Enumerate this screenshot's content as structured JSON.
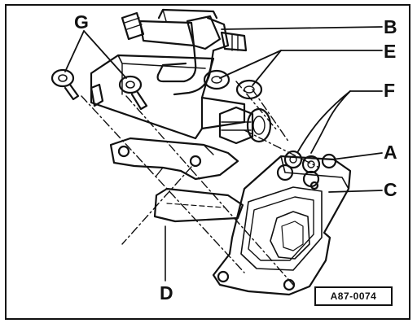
{
  "callouts": {
    "g": "G",
    "b": "B",
    "e": "E",
    "f": "F",
    "a": "A",
    "c": "C",
    "d": "D"
  },
  "reference_code": "A87-0074",
  "colors": {
    "ink": "#111111",
    "paper": "#ffffff"
  }
}
